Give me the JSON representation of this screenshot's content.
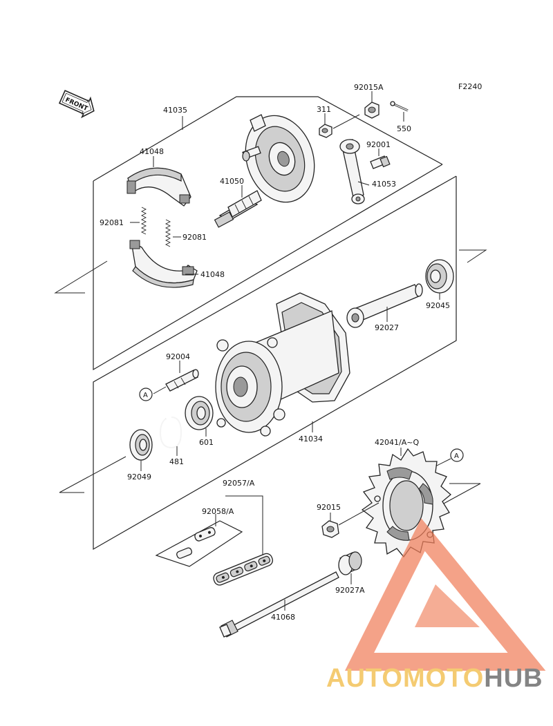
{
  "figure_code": "F2240",
  "front_label": "FRONT",
  "circle_refs": [
    "A",
    "A"
  ],
  "callouts": [
    {
      "id": "c-41035",
      "text": "41035"
    },
    {
      "id": "c-92015a",
      "text": "92015A"
    },
    {
      "id": "c-311",
      "text": "311"
    },
    {
      "id": "c-550",
      "text": "550"
    },
    {
      "id": "c-92001",
      "text": "92001"
    },
    {
      "id": "c-41048-top",
      "text": "41048"
    },
    {
      "id": "c-41050",
      "text": "41050"
    },
    {
      "id": "c-41053",
      "text": "41053"
    },
    {
      "id": "c-92081-left",
      "text": "92081"
    },
    {
      "id": "c-92081-right",
      "text": "92081"
    },
    {
      "id": "c-41048-bottom",
      "text": "41048"
    },
    {
      "id": "c-92045",
      "text": "92045"
    },
    {
      "id": "c-92027",
      "text": "92027"
    },
    {
      "id": "c-92004",
      "text": "92004"
    },
    {
      "id": "c-601",
      "text": "601"
    },
    {
      "id": "c-41034",
      "text": "41034"
    },
    {
      "id": "c-481",
      "text": "481"
    },
    {
      "id": "c-92049",
      "text": "92049"
    },
    {
      "id": "c-42041",
      "text": "42041/A~Q"
    },
    {
      "id": "c-92057",
      "text": "92057/A"
    },
    {
      "id": "c-92058",
      "text": "92058/A"
    },
    {
      "id": "c-92015",
      "text": "92015"
    },
    {
      "id": "c-92027a",
      "text": "92027A"
    },
    {
      "id": "c-41068",
      "text": "41068"
    }
  ],
  "watermark": {
    "text_colored": "AUTOMOTO",
    "text_plain": "HUB",
    "color_accent": "#f07f5a",
    "color_yellow": "#f3c25a",
    "color_gray": "#6f6f6f"
  }
}
